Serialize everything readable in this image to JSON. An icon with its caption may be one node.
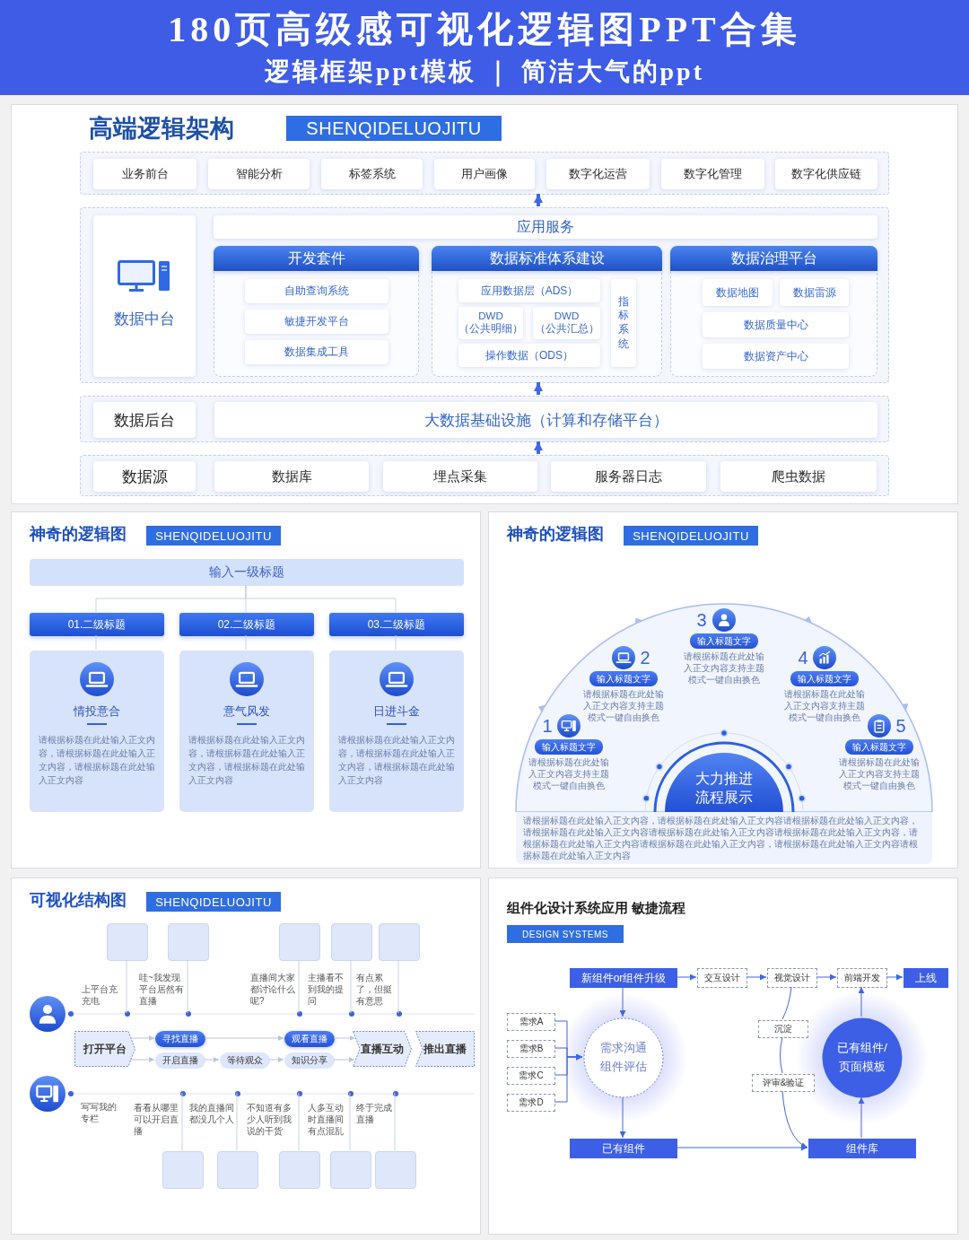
{
  "diagram": {
    "title": "180页高级感可视化逻辑图PPT合集",
    "nodes": [
      {
        "text": [
          "高端逻辑架构"
        ]
      },
      {
        "text": [
          "SHENQIDELUOJITU"
        ],
        "in": 0
      },
      {
        "text": [],
        "shape": "box",
        "in": 0
      },
      {
        "text": [
          "业务前台"
        ],
        "in": 2
      },
      {
        "text": [
          "智能分析"
        ],
        "in": 2
      },
      {
        "text": [
          "标签系统"
        ],
        "in": 2
      },
      {
        "text": [
          "用户画像"
        ],
        "in": 2
      },
      {
        "text": [
          "数字化运营"
        ],
        "in": 2
      },
      {
        "text": [
          "数字化管理"
        ],
        "in": 2
      },
      {
        "text": [
          "数字化供应链"
        ],
        "in": 2
      },
      {
        "text": [],
        "shape": "box",
        "in": 0
      },
      {
        "text": [
          "数据中台"
        ],
        "in": 10
      },
      {
        "text": [
          "应用服务"
        ],
        "in": 10
      },
      {
        "text": [
          "开发套件"
        ],
        "in": 10
      },
      {
        "text": [
          "自助查询系统"
        ],
        "in": 13
      },
      {
        "text": [
          "敏捷开发平台"
        ],
        "in": 13
      },
      {
        "text": [
          "数据集成工具"
        ],
        "in": 13
      },
      {
        "text": [
          "数据标准体系建设"
        ],
        "in": 10
      },
      {
        "text": [
          "应用数据层（ADS）"
        ],
        "in": 17
      },
      {
        "text": [
          "DWD （公共明细）"
        ],
        "in": 17
      },
      {
        "text": [
          "DWD （公共汇总）"
        ],
        "in": 17
      },
      {
        "text": [
          "操作数据（ODS）"
        ],
        "in": 17
      },
      {
        "text": [
          "指标系统"
        ],
        "in": 17
      },
      {
        "text": [
          "数据治理平台"
        ],
        "in": 10
      },
      {
        "text": [
          "数据地图"
        ],
        "in": 23
      },
      {
        "text": [
          "数据雷源"
        ],
        "in": 23
      },
      {
        "text": [
          "数据质量中心"
        ],
        "in": 23
      },
      {
        "text": [
          "数据资产中心"
        ],
        "in": 23
      },
      {
        "text": [],
        "shape": "box",
        "in": 0
      },
      {
        "text": [
          "数据后台"
        ],
        "in": 28
      },
      {
        "text": [
          "大数据基础设施（计算和存储平台）"
        ],
        "in": 28
      },
      {
        "text": [],
        "shape": "box",
        "in": 0
      },
      {
        "text": [
          "数据源"
        ],
        "in": 31
      },
      {
        "text": [
          "数据库"
        ],
        "in": 31
      },
      {
        "text": [
          "埋点采集"
        ],
        "in": 31
      },
      {
        "text": [
          "服务器日志"
        ],
        "in": 31
      },
      {
        "text": [
          "爬虫数据"
        ],
        "in": 31
      },
      {
        "text": [
          "神奇的逻辑图"
        ]
      },
      {
        "text": [
          "SHENQIDELUOJITU"
        ],
        "in": 37
      },
      {
        "text": [
          "输入一级标题"
        ],
        "in": 37
      },
      {
        "text": [
          "01.二级标题"
        ],
        "in": 37
      },
      {
        "text": [
          "02.二级标题"
        ],
        "in": 37
      },
      {
        "text": [
          "03.二级标题"
        ],
        "in": 37
      },
      {
        "text": [
          "情投意合",
          "请根据标题在此处输入正文内容，请根据标题在此处输入正文内容，请根据标题在此处输入正文内容"
        ],
        "in": 37
      },
      {
        "text": [
          "意气风发",
          "请根据标题在此处输入正文内容，请根据标题在此处输入正文内容，请根据标题在此处输入正文内容"
        ],
        "in": 37
      },
      {
        "text": [
          "日进斗金",
          "请根据标题在此处输入正文内容，请根据标题在此处输入正文内容，请根据标题在此处输入正文内容"
        ],
        "in": 37
      },
      {
        "text": [
          "神奇的逻辑图"
        ]
      },
      {
        "text": [
          "SHENQIDELUOJITU"
        ],
        "in": 46
      },
      {
        "text": [
          "输入标题文字"
        ],
        "in": 46,
        "beside": [
          "1",
          "请根据标题在此处输入正文内容支持主题模式一键自由换色"
        ]
      },
      {
        "text": [
          "输入标题文字"
        ],
        "in": 46,
        "beside": [
          "2",
          "请根据标题在此处输入正文内容支持主题模式一键自由换色"
        ]
      },
      {
        "text": [
          "输入标题文字"
        ],
        "in": 46,
        "beside": [
          "3",
          "请根据标题在此处输入正文内容支持主题模式一键自由换色"
        ]
      },
      {
        "text": [
          "输入标题文字"
        ],
        "in": 46,
        "beside": [
          "4",
          "请根据标题在此处输入正文内容支持主题模式一键自由换色"
        ]
      },
      {
        "text": [
          "输入标题文字"
        ],
        "in": 46,
        "beside": [
          "5",
          "请根据标题在此处输入正文内容支持主题模式一键自由换色"
        ]
      },
      {
        "text": [
          "大力推进流程展示"
        ],
        "in": 46
      },
      {
        "text": [
          "请根据标题在此处输入正文内容，请根据标题在此处输入正文内容请根据标题在此处输入正文内容，请根据标题在此处输入正文内容请根据标题在此处输入正文内容请根据标题在此处输入正文内容，请根据标题在此处输入正文内容请根据标题在此处输入正文内容，请根据标题在此处输入正文内容请根据标题在此处输入正文内容"
        ],
        "in": 46
      },
      {
        "text": [
          "可视化结构图"
        ]
      },
      {
        "text": [
          "SHENQIDELUOJITU"
        ],
        "in": 55
      },
      {
        "text": [],
        "shape": "box",
        "in": 55
      },
      {
        "text": [],
        "shape": "box",
        "in": 55
      },
      {
        "text": [],
        "shape": "box",
        "in": 55
      },
      {
        "text": [],
        "shape": "box",
        "in": 55
      },
      {
        "text": [],
        "shape": "box",
        "in": 55
      },
      {
        "text": [
          "上平台充充电"
        ],
        "in": 55
      },
      {
        "text": [
          "哇~我发现平台居然有直播"
        ],
        "in": 55
      },
      {
        "text": [
          "直播间大家都讨论什么呢?"
        ],
        "in": 55
      },
      {
        "text": [
          "主播看不到我的提问"
        ],
        "in": 55
      },
      {
        "text": [
          "有点累了，但挺有意思"
        ],
        "in": 55
      },
      {
        "text": [
          "打开平台"
        ],
        "in": 55
      },
      {
        "text": [
          "寻找直播"
        ],
        "in": 55
      },
      {
        "text": [
          "开启直播"
        ],
        "in": 55
      },
      {
        "text": [
          "等待观众"
        ],
        "in": 55
      },
      {
        "text": [
          "观看直播"
        ],
        "in": 55
      },
      {
        "text": [
          "知识分享"
        ],
        "in": 55
      },
      {
        "text": [
          "直播互动"
        ],
        "in": 55
      },
      {
        "text": [
          "推出直播"
        ],
        "in": 55
      },
      {
        "text": [
          "看看从哪里可以开启直播"
        ],
        "in": 55
      },
      {
        "text": [
          "我的直播间都没几个人"
        ],
        "in": 55
      },
      {
        "text": [
          "不知道有多少人听到我说的干货"
        ],
        "in": 55
      },
      {
        "text": [
          "人多互动时直播间有点混乱"
        ],
        "in": 55
      },
      {
        "text": [
          "终于完成直播"
        ],
        "in": 55
      },
      {
        "text": [],
        "shape": "box",
        "in": 55
      },
      {
        "text": [],
        "shape": "box",
        "in": 55
      },
      {
        "text": [],
        "shape": "box",
        "in": 55
      },
      {
        "text": [],
        "shape": "box",
        "in": 55
      },
      {
        "text": [],
        "shape": "box",
        "in": 55
      },
      {
        "text": [
          "组件化设计系统应用 敏捷流程"
        ]
      },
      {
        "text": [
          "DESIGN SYSTEMS"
        ],
        "in": 85
      },
      {
        "text": [
          "新组件or组件升级"
        ],
        "in": 85
      },
      {
        "text": [
          "交互设计"
        ],
        "in": 85
      },
      {
        "text": [
          "视觉设计"
        ],
        "in": 85
      },
      {
        "text": [
          "前端开发"
        ],
        "in": 85
      },
      {
        "text": [
          "上线"
        ],
        "in": 85
      },
      {
        "text": [
          "需求A"
        ],
        "in": 85
      },
      {
        "text": [
          "需求B"
        ],
        "in": 85
      },
      {
        "text": [
          "需求C"
        ],
        "in": 85
      },
      {
        "text": [
          "需求D"
        ],
        "in": 85
      },
      {
        "text": [
          "需求沟通组件评估"
        ],
        "in": 85
      },
      {
        "text": [
          "沉淀"
        ],
        "in": 85
      },
      {
        "text": [
          "评审&验证"
        ],
        "in": 85
      },
      {
        "text": [
          "已有组件/页面模板"
        ],
        "in": 85
      },
      {
        "text": [
          "已有组件"
        ],
        "in": 85
      },
      {
        "text": [
          "组件库"
        ],
        "in": 85
      }
    ],
    "edges": [
      {
        "from": 10,
        "to": 2,
        "arrow": "to",
        "style": "thick"
      },
      {
        "from": 28,
        "to": 10,
        "arrow": "to",
        "style": "thick"
      },
      {
        "from": 31,
        "to": 28,
        "arrow": "to",
        "style": "thick"
      },
      {
        "from": 39,
        "to": 40,
        "arrow": "none",
        "color": "#c7d1e5"
      },
      {
        "from": 39,
        "to": 41,
        "arrow": "none",
        "color": "#c7d1e5"
      },
      {
        "from": 39,
        "to": 42,
        "arrow": "none",
        "color": "#c7d1e5"
      },
      {
        "from": 40,
        "to": 43,
        "arrow": "none",
        "color": "#c7d1e5"
      },
      {
        "from": 41,
        "to": 44,
        "arrow": "none",
        "color": "#c7d1e5"
      },
      {
        "from": 42,
        "to": 45,
        "arrow": "none",
        "color": "#c7d1e5"
      },
      {
        "from": 57,
        "to": 62,
        "arrow": "none",
        "color": "#c7d1e5"
      },
      {
        "from": 58,
        "to": 63,
        "arrow": "none",
        "color": "#c7d1e5"
      },
      {
        "from": 59,
        "to": 64,
        "arrow": "none",
        "color": "#c7d1e5"
      },
      {
        "from": 60,
        "to": 65,
        "arrow": "none",
        "color": "#c7d1e5"
      },
      {
        "from": 61,
        "to": 66,
        "arrow": "none",
        "color": "#c7d1e5"
      },
      {
        "from": 67,
        "to": 68,
        "arrow": "to",
        "color": "#b9c5dd"
      },
      {
        "from": 67,
        "to": 69,
        "arrow": "to",
        "color": "#b9c5dd"
      },
      {
        "from": 69,
        "to": 70,
        "arrow": "to",
        "color": "#b9c5dd"
      },
      {
        "from": 70,
        "to": 72,
        "arrow": "to",
        "color": "#b9c5dd"
      },
      {
        "from": 68,
        "to": 71,
        "arrow": "to",
        "color": "#b9c5dd"
      },
      {
        "from": 71,
        "to": 73,
        "arrow": "to",
        "color": "#b9c5dd"
      },
      {
        "from": 72,
        "to": 73,
        "arrow": "to",
        "color": "#b9c5dd"
      },
      {
        "from": 80,
        "to": 75,
        "arrow": "none",
        "color": "#c7d1e5"
      },
      {
        "from": 81,
        "to": 76,
        "arrow": "none",
        "color": "#c7d1e5"
      },
      {
        "from": 82,
        "to": 77,
        "arrow": "none",
        "color": "#c7d1e5"
      },
      {
        "from": 83,
        "to": 78,
        "arrow": "none",
        "color": "#c7d1e5"
      },
      {
        "from": 84,
        "to": 79,
        "arrow": "none",
        "color": "#c7d1e5"
      },
      {
        "from": 87,
        "to": 88,
        "arrow": "to"
      },
      {
        "from": 88,
        "to": 89,
        "arrow": "to"
      },
      {
        "from": 89,
        "to": 90,
        "arrow": "to"
      },
      {
        "from": 90,
        "to": 91,
        "arrow": "to"
      },
      {
        "from": 87,
        "to": 96,
        "arrow": "to"
      },
      {
        "from": 92,
        "to": 96,
        "arrow": "to"
      },
      {
        "from": 93,
        "to": 96,
        "arrow": "to"
      },
      {
        "from": 94,
        "to": 96,
        "arrow": "to"
      },
      {
        "from": 95,
        "to": 96,
        "arrow": "to"
      },
      {
        "from": 96,
        "to": 100,
        "arrow": "to"
      },
      {
        "from": 100,
        "to": 101,
        "arrow": "to"
      },
      {
        "from": 89,
        "to": 97,
        "arrow": "none"
      },
      {
        "from": 97,
        "to": 98,
        "arrow": "none"
      },
      {
        "from": 98,
        "to": 101,
        "arrow": "to"
      },
      {
        "from": 101,
        "to": 99,
        "arrow": "to"
      },
      {
        "from": 99,
        "to": 90,
        "arrow": "to"
      }
    ],
    "labels": [
      "逻辑框架ppt模板 ｜ 简洁大气的ppt",
      "写写我的专栏"
    ]
  }
}
